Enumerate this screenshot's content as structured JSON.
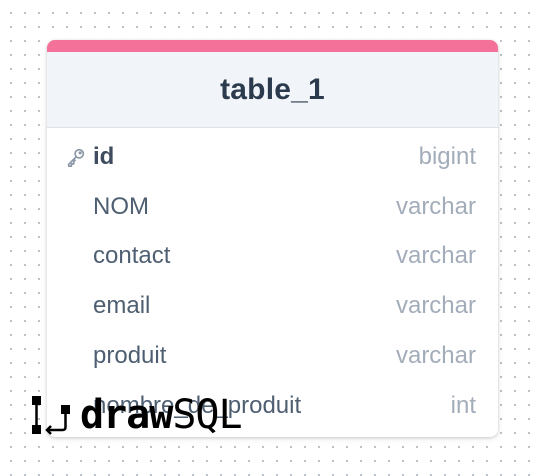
{
  "diagram": {
    "colors": {
      "accent": "#f4729a",
      "header_background": "#f1f4f8",
      "title": "#2b3a4d",
      "column_name": "#4f5f72",
      "column_type": "#a3adba"
    },
    "table": {
      "title": "table_1",
      "columns": [
        {
          "name": "id",
          "type": "bigint",
          "primary_key": true,
          "icon": "key-icon"
        },
        {
          "name": "NOM",
          "type": "varchar",
          "primary_key": false
        },
        {
          "name": "contact",
          "type": "varchar",
          "primary_key": false
        },
        {
          "name": "email",
          "type": "varchar",
          "primary_key": false
        },
        {
          "name": "produit",
          "type": "varchar",
          "primary_key": false
        },
        {
          "name": "nombre_de_produit",
          "type": "int",
          "primary_key": false
        }
      ]
    }
  },
  "watermark": {
    "text_bold": "draw",
    "text_light": "SQL",
    "icon": "drawsql-logo-icon"
  }
}
